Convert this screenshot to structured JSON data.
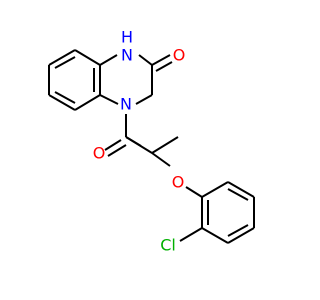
{
  "molecule": {
    "atoms": {
      "nh": "H",
      "n_amide_ring": "N",
      "n_lower": "N",
      "o_ring_carbonyl": "O",
      "o_acyl_carbonyl": "O",
      "o_ether": "O",
      "cl": "Cl"
    },
    "colors": {
      "bond": "#000000",
      "nitrogen": "#0000ff",
      "oxygen": "#ff0000",
      "chlorine": "#00b000"
    }
  }
}
